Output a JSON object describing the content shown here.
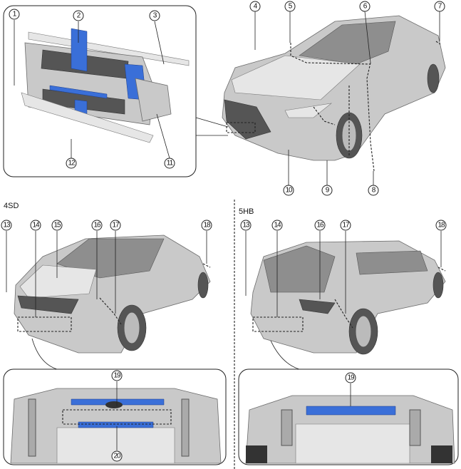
{
  "variants": {
    "sedan": "4SD",
    "hatchback": "5HB"
  },
  "callouts": {
    "c1": "1",
    "c2": "2",
    "c3": "3",
    "c4": "4",
    "c5": "5",
    "c6": "6",
    "c7": "7",
    "c8": "8",
    "c9": "9",
    "c10": "10",
    "c11": "11",
    "c12": "12",
    "c13": "13",
    "c14": "14",
    "c15": "15",
    "c16": "16",
    "c17": "17",
    "c18": "18",
    "c19": "19",
    "c20": "20"
  }
}
